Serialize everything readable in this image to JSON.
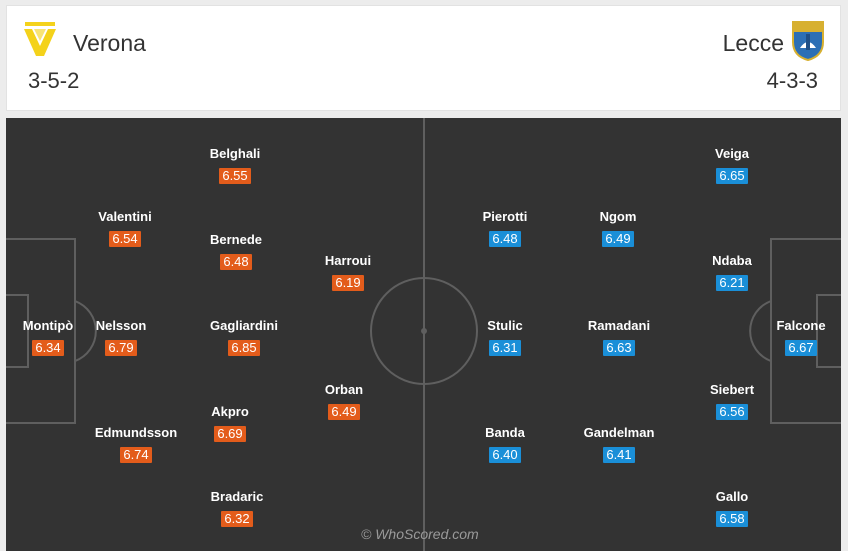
{
  "home": {
    "name": "Verona",
    "formation": "3-5-2",
    "crest_icon": "verona-crest-icon",
    "color": "#e35c1b",
    "players": [
      {
        "name": "Montipò",
        "rating": "6.34"
      },
      {
        "name": "Valentini",
        "rating": "6.54"
      },
      {
        "name": "Nelsson",
        "rating": "6.79"
      },
      {
        "name": "Edmundsson",
        "rating": "6.74"
      },
      {
        "name": "Belghali",
        "rating": "6.55"
      },
      {
        "name": "Bernede",
        "rating": "6.48"
      },
      {
        "name": "Gagliardini",
        "rating": "6.85"
      },
      {
        "name": "Akpro",
        "rating": "6.69"
      },
      {
        "name": "Bradaric",
        "rating": "6.32"
      },
      {
        "name": "Harroui",
        "rating": "6.19"
      },
      {
        "name": "Orban",
        "rating": "6.49"
      }
    ]
  },
  "away": {
    "name": "Lecce",
    "formation": "4-3-3",
    "crest_icon": "lecce-crest-icon",
    "color": "#1a8fd8",
    "players": [
      {
        "name": "Falcone",
        "rating": "6.67"
      },
      {
        "name": "Veiga",
        "rating": "6.65"
      },
      {
        "name": "Ndaba",
        "rating": "6.21"
      },
      {
        "name": "Siebert",
        "rating": "6.56"
      },
      {
        "name": "Gallo",
        "rating": "6.58"
      },
      {
        "name": "Ngom",
        "rating": "6.49"
      },
      {
        "name": "Ramadani",
        "rating": "6.63"
      },
      {
        "name": "Gandelman",
        "rating": "6.41"
      },
      {
        "name": "Pierotti",
        "rating": "6.48"
      },
      {
        "name": "Stulic",
        "rating": "6.31"
      },
      {
        "name": "Banda",
        "rating": "6.40"
      }
    ]
  },
  "pitch_color": "#333333",
  "watermark": "© WhoScored.com"
}
